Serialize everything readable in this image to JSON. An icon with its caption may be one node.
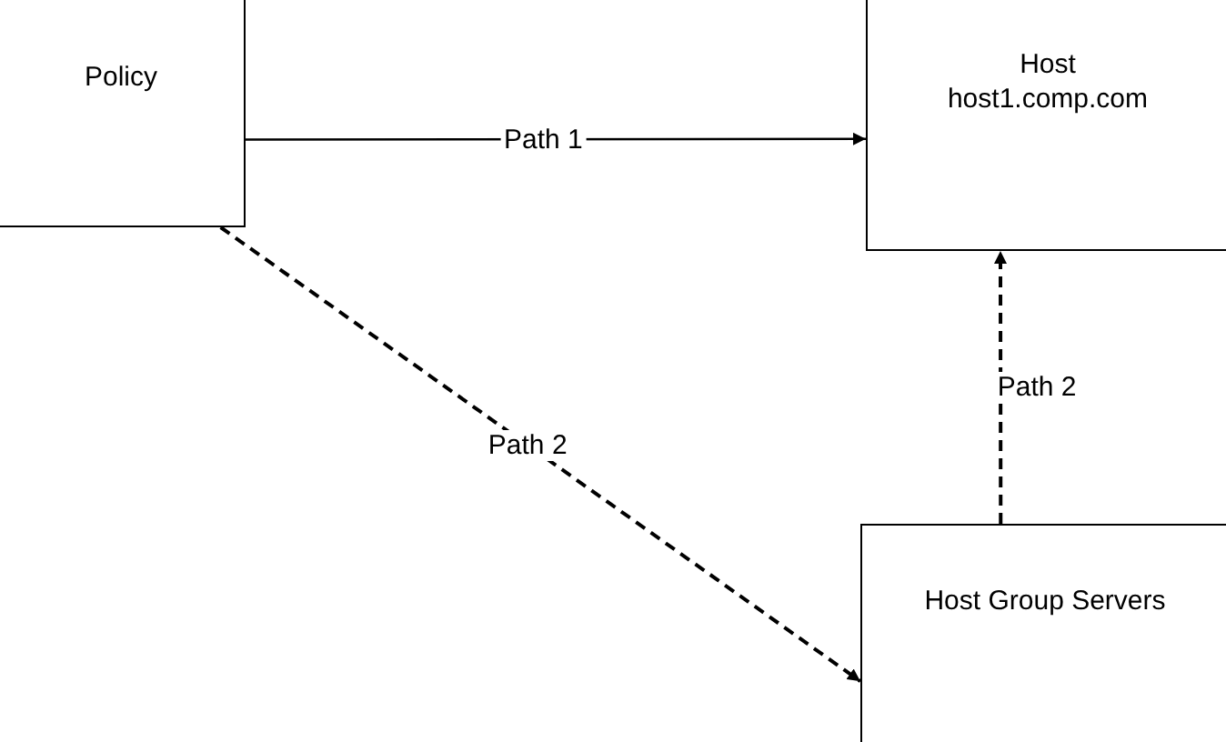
{
  "diagram": {
    "nodes": [
      {
        "text": [
          "Policy"
        ]
      },
      {
        "text": [
          "Host",
          "host1.comp.com"
        ]
      },
      {
        "text": [
          "Host Group Servers"
        ]
      }
    ],
    "edges": [
      {
        "from": 0,
        "to": 1,
        "arrow": "to",
        "label": "Path 1"
      },
      {
        "from": 0,
        "to": 2,
        "arrow": "to",
        "label": "Path 2",
        "style": "dashed"
      },
      {
        "from": 2,
        "to": 1,
        "arrow": "to",
        "label": "Path 2",
        "style": "dashed"
      }
    ]
  }
}
